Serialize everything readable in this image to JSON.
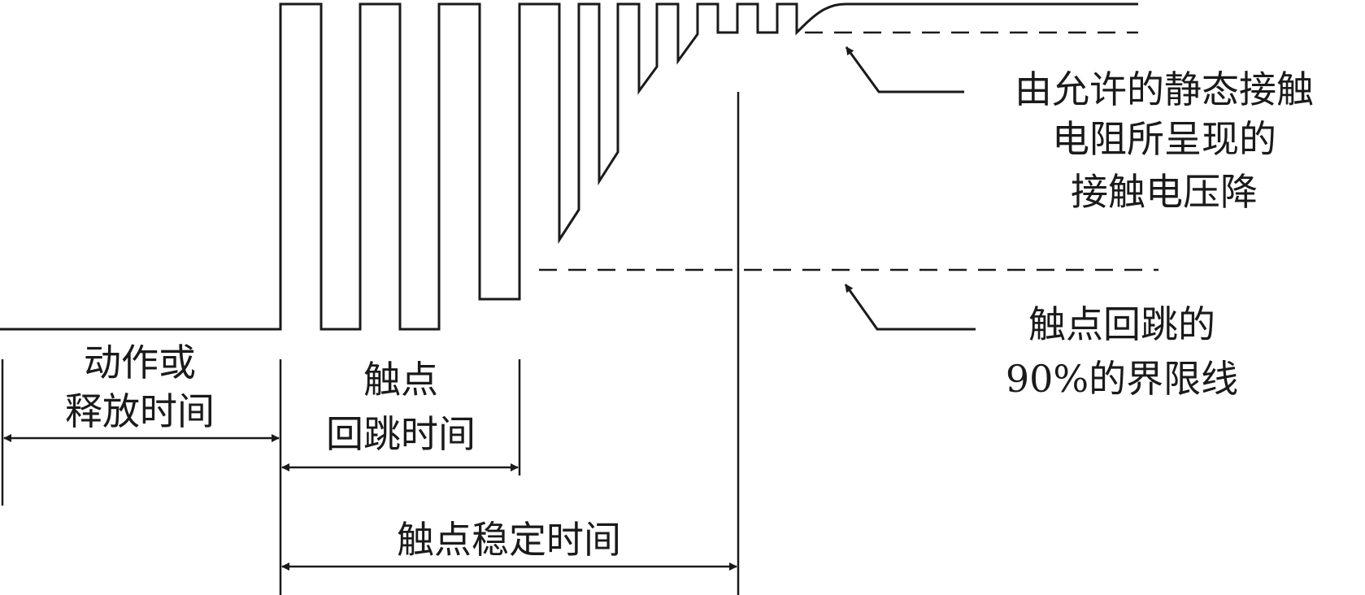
{
  "labels": {
    "actuation_time": [
      "动作或",
      "释放时间"
    ],
    "bounce_time": [
      "触点",
      "回跳时间"
    ],
    "settle_time": "触点稳定时间",
    "contact_drop": [
      "由允许的静态接触",
      "电阻所呈现的",
      "接触电压降"
    ],
    "bounce_limit": [
      "触点回跳的",
      "90%的界限线"
    ]
  },
  "colors": {
    "ink": "#1a1a1a",
    "background": "#ffffff"
  }
}
